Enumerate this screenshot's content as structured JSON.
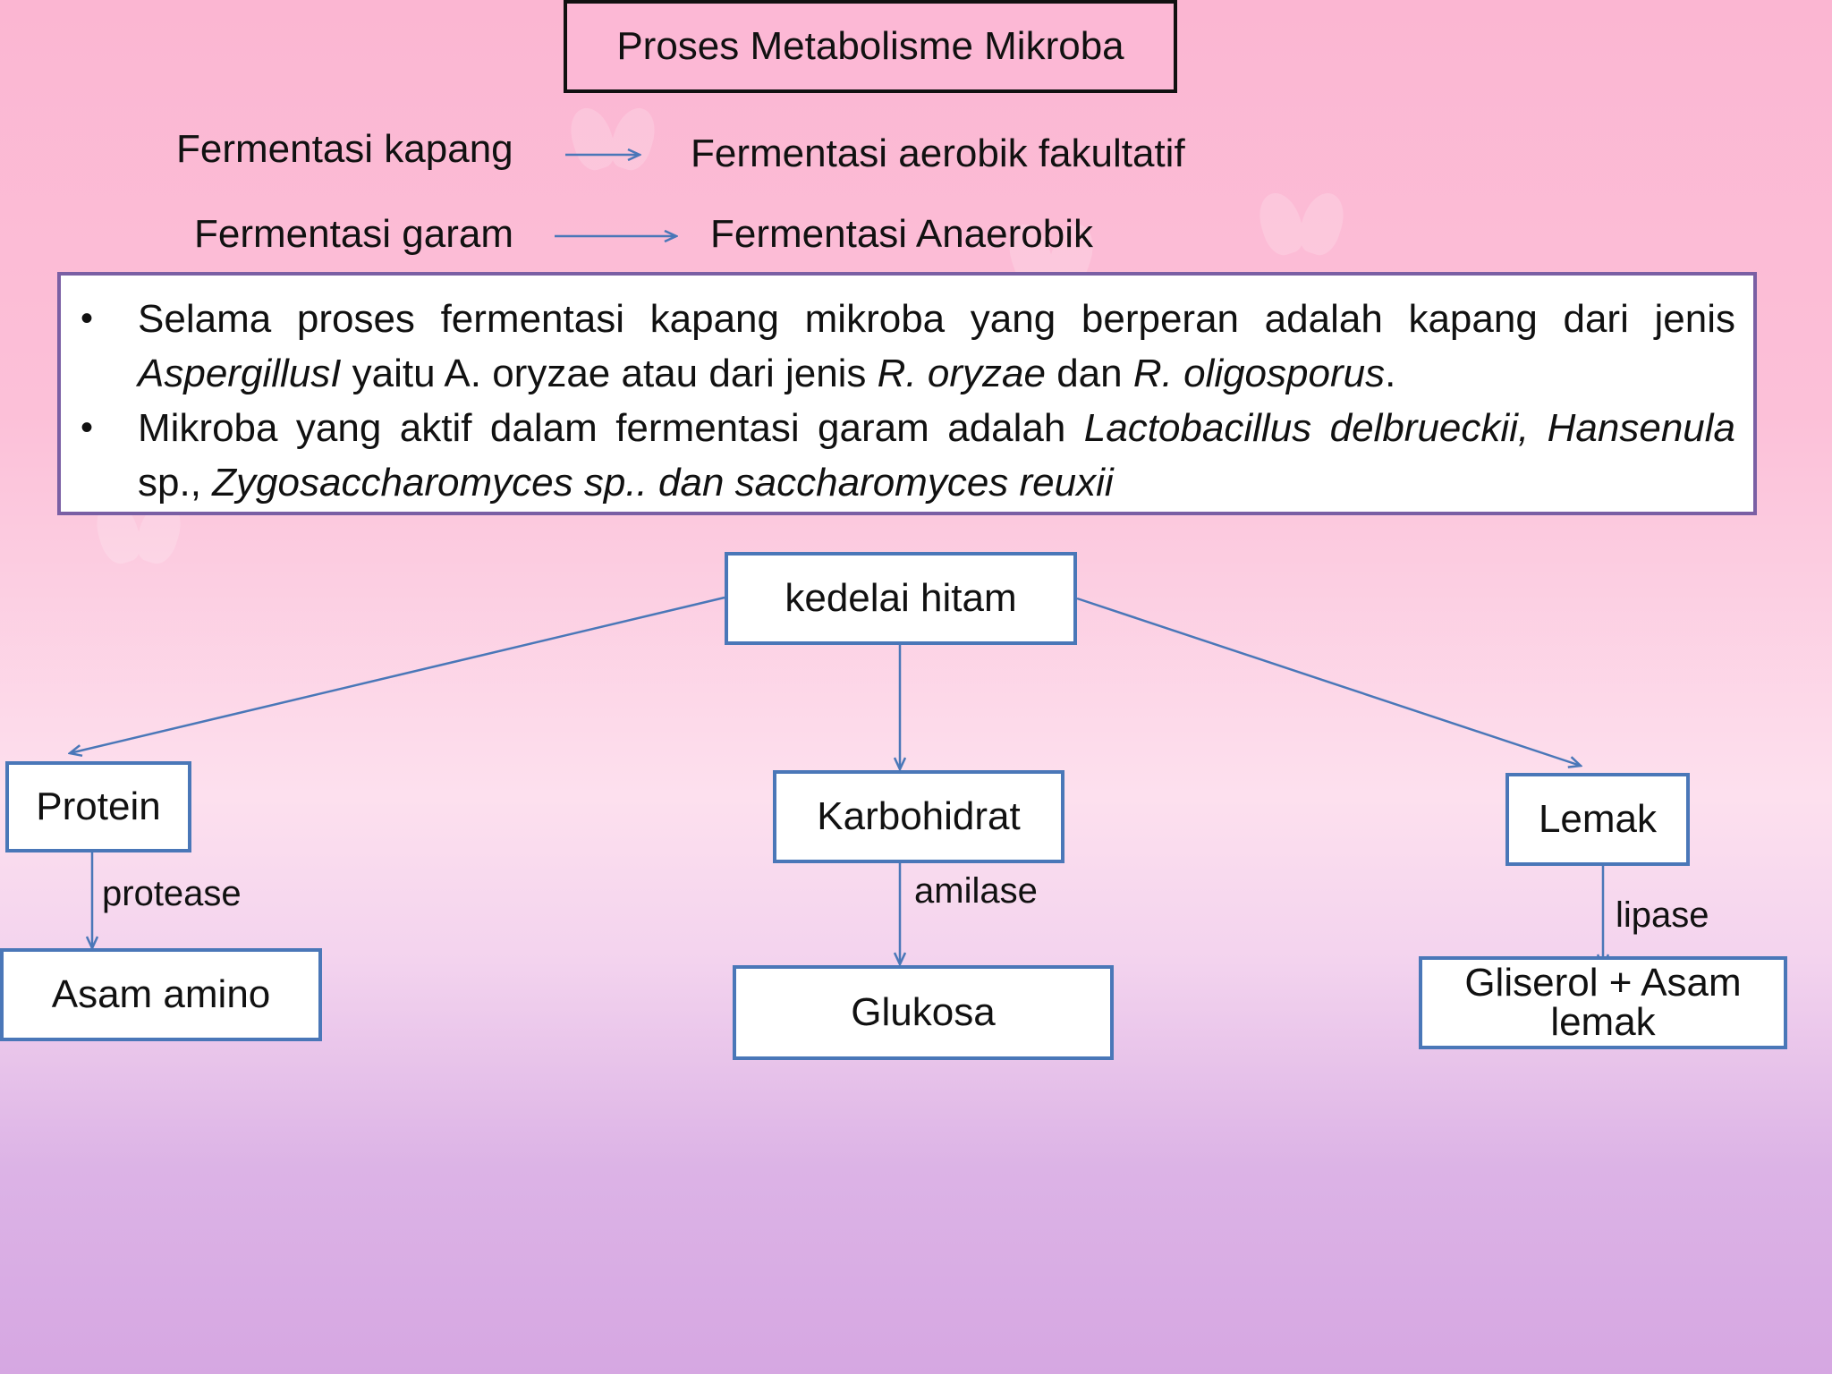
{
  "title": "Proses Metabolisme Mikroba",
  "fermentation_types": [
    {
      "name": "Fermentasi kapang",
      "result": "Fermentasi aerobik fakultatif"
    },
    {
      "name": "Fermentasi  garam",
      "result": "Fermentasi Anaerobik"
    }
  ],
  "bullets": [
    {
      "parts": [
        {
          "text": "Selama proses fermentasi kapang mikroba yang berperan adalah kapang dari jenis ",
          "italic": false
        },
        {
          "text": "AspergillusI",
          "italic": true
        },
        {
          "text": "  yaitu A. oryzae atau dari jenis  ",
          "italic": false
        },
        {
          "text": "R. oryzae",
          "italic": true
        },
        {
          "text": " dan ",
          "italic": false
        },
        {
          "text": "R. oligosporus",
          "italic": true
        },
        {
          "text": ".",
          "italic": false
        }
      ]
    },
    {
      "parts": [
        {
          "text": "Mikroba yang aktif dalam fermentasi garam adalah ",
          "italic": false
        },
        {
          "text": "Lactobacillus delbrueckii,",
          "italic": true
        },
        {
          "text": " ",
          "italic": false
        },
        {
          "text": "Hansenula",
          "italic": true
        },
        {
          "text": " sp.,  ",
          "italic": false
        },
        {
          "text": "Zygosaccharomyces sp.. dan saccharomyces reuxii",
          "italic": true
        }
      ]
    }
  ],
  "diagram": {
    "root": "kedelai hitam",
    "branches": [
      {
        "component": "Protein",
        "enzyme": "protease",
        "product": "Asam amino"
      },
      {
        "component": "Karbohidrat",
        "enzyme": "amilase",
        "product": "Glukosa"
      },
      {
        "component": "Lemak",
        "enzyme": "lipase",
        "product": "Gliserol + Asam lemak"
      }
    ]
  },
  "colors": {
    "connector": "#4a77b8",
    "node_border": "#4a77b8",
    "info_border": "#7a5fa4"
  }
}
